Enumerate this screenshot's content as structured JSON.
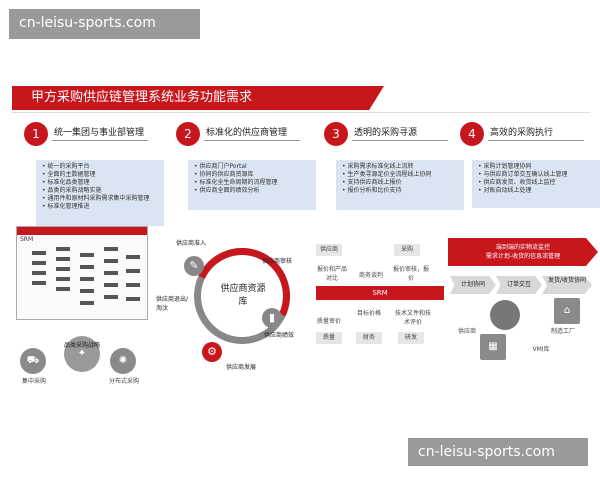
{
  "watermark": {
    "top": "cn-leisu-sports.com",
    "bottom": "cn-leisu-sports.com"
  },
  "banner": {
    "title": "甲方采购供应链管理系统业务功能需求"
  },
  "colors": {
    "accent": "#c8161d",
    "panel": "#dbe4f2",
    "grey": "#888888"
  },
  "sections": [
    {
      "num": "1",
      "title": "统一集团与事业部管理",
      "bullets": [
        "统一的采购平台",
        "全面的主数据管理",
        "标准化品类管理",
        "品类的采购战略实施",
        "通用件和原材料采购需求集中采购管理",
        "标准化管理推进"
      ],
      "srm_label": "SRM",
      "bottom_labels": {
        "strategy": "品类采购战略",
        "central": "集中采购",
        "distributed": "分布式采购"
      }
    },
    {
      "num": "2",
      "title": "标准化的供应商管理",
      "bullets": [
        "供应商门户Portal",
        "协同的供应商资源库",
        "标准化全生命周期的流程管理",
        "供应商全面的绩效分析"
      ],
      "cycle": {
        "center": "供应商资源库",
        "entry": "供应商准入",
        "review": "供应商审核",
        "exit": "供应商退出/淘汰",
        "perf": "供应商绩效",
        "develop": "供应商发展"
      }
    },
    {
      "num": "3",
      "title": "透明的采购寻源",
      "bullets": [
        "采购需求标准化线上流转",
        "生产类寻源定价全流程线上协同",
        "支持供应商线上报价",
        "报价分析和比价支持"
      ],
      "diagram": {
        "supplier": "供应商",
        "purchase": "采购",
        "bidding": "报价和产品对比",
        "negotiate": "商务谈判",
        "quote_review": "报价审核，报价",
        "srm": "SRM",
        "quality": "质量审价",
        "price_eval": "目标价格",
        "tech": "技术文件和技术评价",
        "q2": "质量",
        "finance": "财务",
        "rd": "研发"
      }
    },
    {
      "num": "4",
      "title": "高效的采购执行",
      "bullets": [
        "采购计划管理协同",
        "与供应商订单交互确认线上管理",
        "供应商发货、收货线上监控",
        "对账自动线上处理"
      ],
      "arrow": {
        "line1": "端到端的实物流监控",
        "line2": "需求计划-收货的信息流管理"
      },
      "steps": [
        "计划协同",
        "订单交互",
        "发货/收货协同"
      ],
      "labels": {
        "supplier": "供应商",
        "factory": "制造工厂",
        "vmi": "VMI库"
      }
    }
  ]
}
